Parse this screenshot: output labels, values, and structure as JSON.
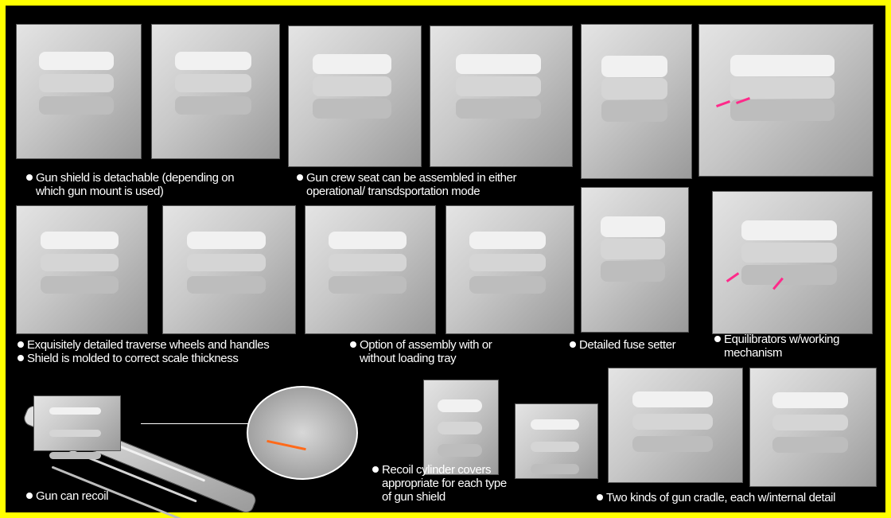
{
  "captions": {
    "gun_shield": [
      "Gun shield is detachable (depending on",
      "which gun mount is used)"
    ],
    "crew_seat": [
      "Gun crew seat can be assembled in either",
      "operational/ transdsportation mode"
    ],
    "traverse": "Exquisitely detailed traverse wheels and handles",
    "shield_molded": "Shield is molded to correct scale thickness",
    "loading_tray": [
      "Option of assembly with or",
      "without loading tray"
    ],
    "fuse_setter": "Detailed fuse setter",
    "equilibrators": [
      "Equilibrators w/working",
      "mechanism"
    ],
    "recoil": "Gun can recoil",
    "recoil_covers": [
      "Recoil cylinder covers",
      "appropriate for each type",
      "of gun shield"
    ],
    "cradle": "Two kinds of gun cradle, each w/internal detail"
  },
  "colors": {
    "border": "#ffff00",
    "background": "#000000",
    "arrow_recoil": "#ff6a1a",
    "arrow_equilibrator": "#ff2a8a"
  }
}
